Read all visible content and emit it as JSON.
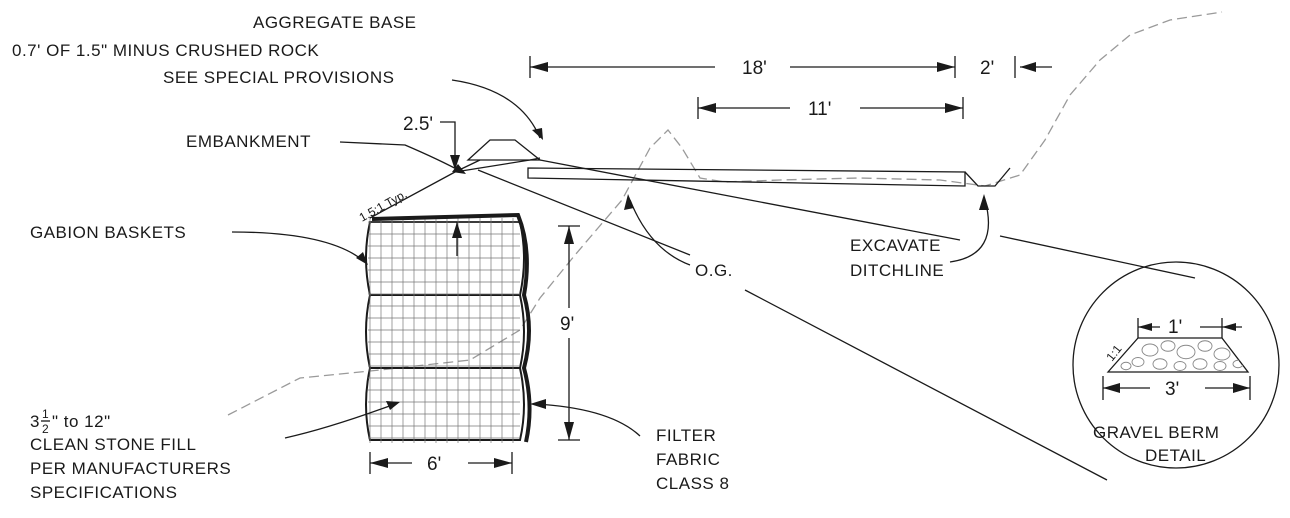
{
  "labels": {
    "aggregate_base_1": "AGGREGATE BASE",
    "aggregate_base_2": "0.7' OF 1.5\" MINUS CRUSHED ROCK",
    "aggregate_base_3": "SEE SPECIAL PROVISIONS",
    "embankment": "EMBANKMENT",
    "slope": "1.5:1 Typ.",
    "gabion": "GABION BASKETS",
    "og": "O.G.",
    "excavate_1": "EXCAVATE",
    "excavate_2": "DITCHLINE",
    "stone_fill_pre": "3",
    "stone_fill_num": "1",
    "stone_fill_den": "2",
    "stone_fill_post": "\" to 12\"",
    "stone_fill_2": "CLEAN STONE FILL",
    "stone_fill_3": "PER MANUFACTURERS",
    "stone_fill_4": "SPECIFICATIONS",
    "filter_1": "FILTER",
    "filter_2": "FABRIC",
    "filter_3": "CLASS 8",
    "berm_1": "GRAVEL BERM",
    "berm_2": "DETAIL",
    "berm_slope": "1:1"
  },
  "dimensions": {
    "road_width": "18'",
    "shoulder": "2'",
    "lane": "11'",
    "berm_offset": "2.5'",
    "wall_height": "9'",
    "wall_width": "6'",
    "berm_top": "1'",
    "berm_base": "3'"
  },
  "colors": {
    "ink": "#1a1a1a",
    "original_ground": "#9a9a9a"
  }
}
